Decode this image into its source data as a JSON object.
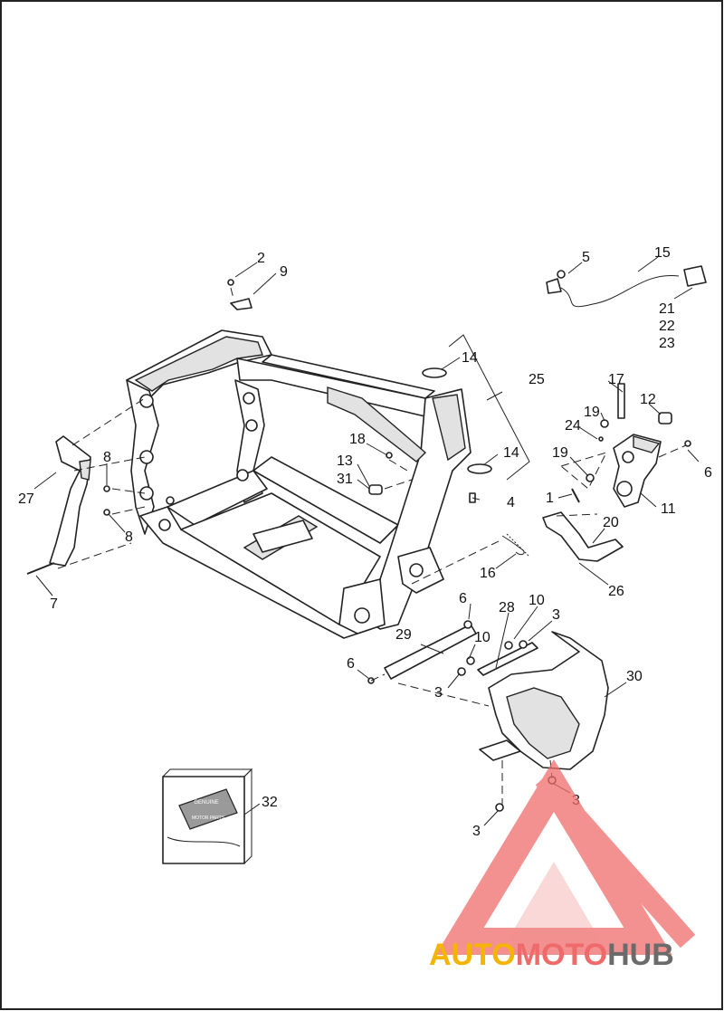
{
  "diagram": {
    "callouts": [
      {
        "id": "c2",
        "text": "2"
      },
      {
        "id": "c9",
        "text": "9"
      },
      {
        "id": "c5",
        "text": "5"
      },
      {
        "id": "c15",
        "text": "15"
      },
      {
        "id": "c21",
        "text": "21"
      },
      {
        "id": "c22",
        "text": "22"
      },
      {
        "id": "c23",
        "text": "23"
      },
      {
        "id": "c14a",
        "text": "14"
      },
      {
        "id": "c25",
        "text": "25"
      },
      {
        "id": "c17",
        "text": "17"
      },
      {
        "id": "c12",
        "text": "12"
      },
      {
        "id": "c19a",
        "text": "19"
      },
      {
        "id": "c24",
        "text": "24"
      },
      {
        "id": "c18",
        "text": "18"
      },
      {
        "id": "c14b",
        "text": "14"
      },
      {
        "id": "c13",
        "text": "13"
      },
      {
        "id": "c31",
        "text": "31"
      },
      {
        "id": "c19b",
        "text": "19"
      },
      {
        "id": "c6a",
        "text": "6"
      },
      {
        "id": "c8a",
        "text": "8"
      },
      {
        "id": "c27",
        "text": "27"
      },
      {
        "id": "c4",
        "text": "4"
      },
      {
        "id": "c1",
        "text": "1"
      },
      {
        "id": "c11",
        "text": "11"
      },
      {
        "id": "c8b",
        "text": "8"
      },
      {
        "id": "c20",
        "text": "20"
      },
      {
        "id": "c16",
        "text": "16"
      },
      {
        "id": "c26",
        "text": "26"
      },
      {
        "id": "c7",
        "text": "7"
      },
      {
        "id": "c6b",
        "text": "6"
      },
      {
        "id": "c28",
        "text": "28"
      },
      {
        "id": "c10a",
        "text": "10"
      },
      {
        "id": "c3a",
        "text": "3"
      },
      {
        "id": "c29",
        "text": "29"
      },
      {
        "id": "c10b",
        "text": "10"
      },
      {
        "id": "c6c",
        "text": "6"
      },
      {
        "id": "c30",
        "text": "30"
      },
      {
        "id": "c3b",
        "text": "3"
      },
      {
        "id": "c32",
        "text": "32"
      },
      {
        "id": "c3c",
        "text": "3"
      },
      {
        "id": "c3d",
        "text": "3"
      }
    ],
    "package_label": {
      "line1": "GENUINE",
      "line2": "MOTOR PARTS"
    }
  },
  "watermark": {
    "part1": "AUTO",
    "part2": "MOTO",
    "part3": "HUB",
    "color1": "#f5b400",
    "color2": "#ef6b6b",
    "color3": "#6b6b6b"
  }
}
